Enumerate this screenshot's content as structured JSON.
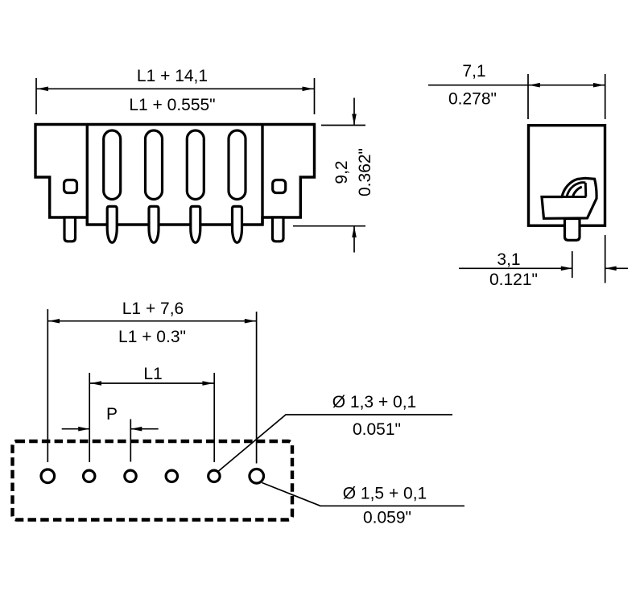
{
  "colors": {
    "ink": "#000000",
    "paper": "#ffffff"
  },
  "front_view": {
    "dim_width": {
      "metric": "L1 + 14,1",
      "inch": "L1 + 0.555\""
    }
  },
  "side_view": {
    "dim_width": {
      "metric": "7,1",
      "inch": "0.278\""
    },
    "dim_height": {
      "metric": "9,2",
      "inch": "0.362\""
    },
    "dim_pin_offset": {
      "metric": "3,1",
      "inch": "0.121\""
    }
  },
  "drilling_plan": {
    "dim_overall": {
      "metric": "L1 + 7,6",
      "inch": "L1 + 0.3\""
    },
    "dim_span": {
      "metric": "L1"
    },
    "dim_pitch": {
      "metric": "P"
    },
    "hole_small": {
      "diameter": "Ø 1,3 + 0,1",
      "inch": "0.051\""
    },
    "hole_large": {
      "diameter": "Ø 1,5 + 0,1",
      "inch": "0.059\""
    }
  }
}
